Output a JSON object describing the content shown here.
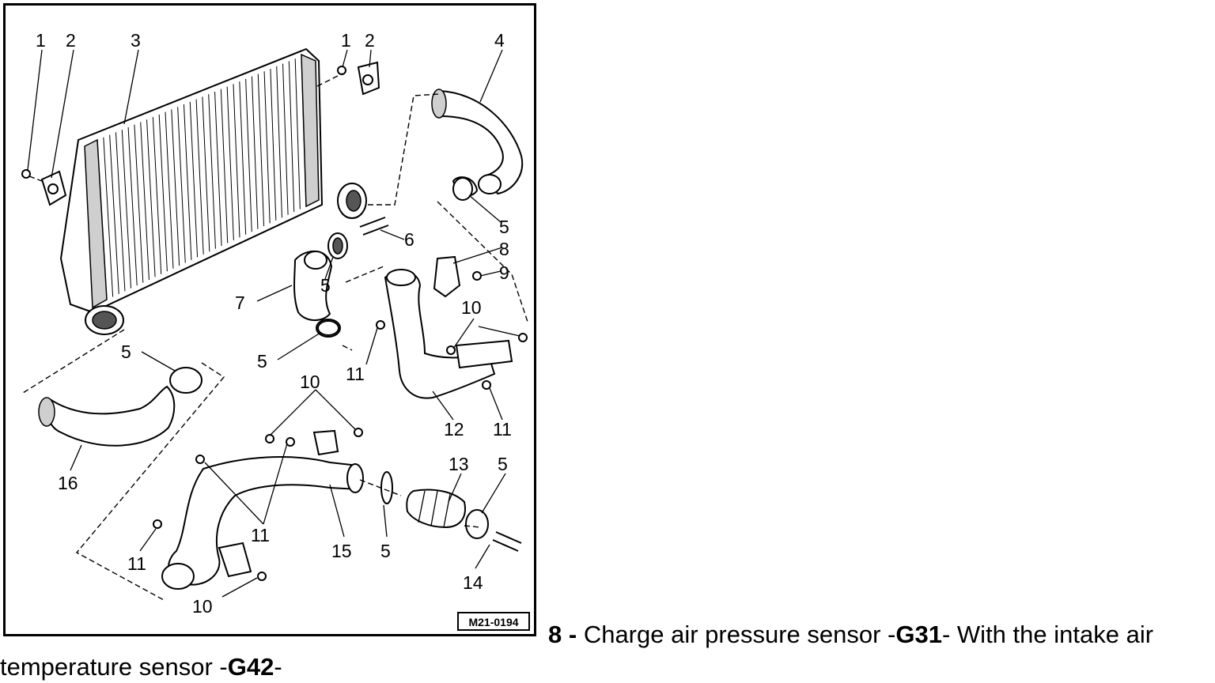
{
  "figure": {
    "code": "M21-0194",
    "callouts": [
      "1",
      "2",
      "3",
      "1",
      "2",
      "4",
      "5",
      "6",
      "8",
      "9",
      "7",
      "5",
      "10",
      "5",
      "11",
      "5",
      "10",
      "11",
      "12",
      "11",
      "16",
      "13",
      "5",
      "11",
      "15",
      "5",
      "11",
      "14",
      "10"
    ]
  },
  "caption": {
    "number": "8",
    "dash": " - ",
    "text1": "Charge air pressure sensor -",
    "code1": "G31",
    "text2": "- With the intake air temperature sensor -",
    "code2": "G42",
    "text3": "-"
  }
}
